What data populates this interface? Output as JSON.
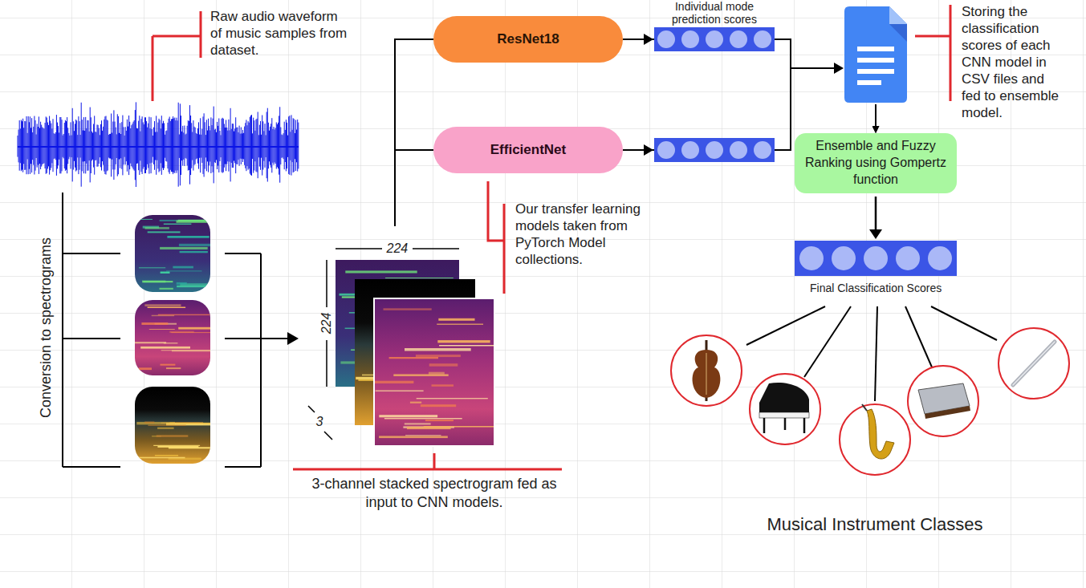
{
  "diagram": {
    "nodes": [
      {
        "text": [
          "ResNet18"
        ]
      },
      {
        "text": [
          "EfficientNet"
        ]
      },
      {
        "text": [
          "Ensemble and Fuzzy Ranking using Gompertz function"
        ]
      }
    ],
    "edges": [
      {
        "from": 0,
        "to": 2,
        "arrow": "to"
      },
      {
        "from": 1,
        "to": 2,
        "arrow": "to"
      }
    ],
    "labels": [
      "Raw audio waveform of music samples from dataset.",
      "Conversion to spectrograms",
      "224",
      "224",
      "3",
      "3-channel stacked spectrogram fed as input to CNN models.",
      "Individual mode prediction scores",
      "Our transfer learning models taken from PyTorch Model collections.",
      "Storing the classification scores of each CNN model in CSV files and fed to ensemble model.",
      "Final Classification Scores",
      "Musical Instrument Classes"
    ]
  }
}
